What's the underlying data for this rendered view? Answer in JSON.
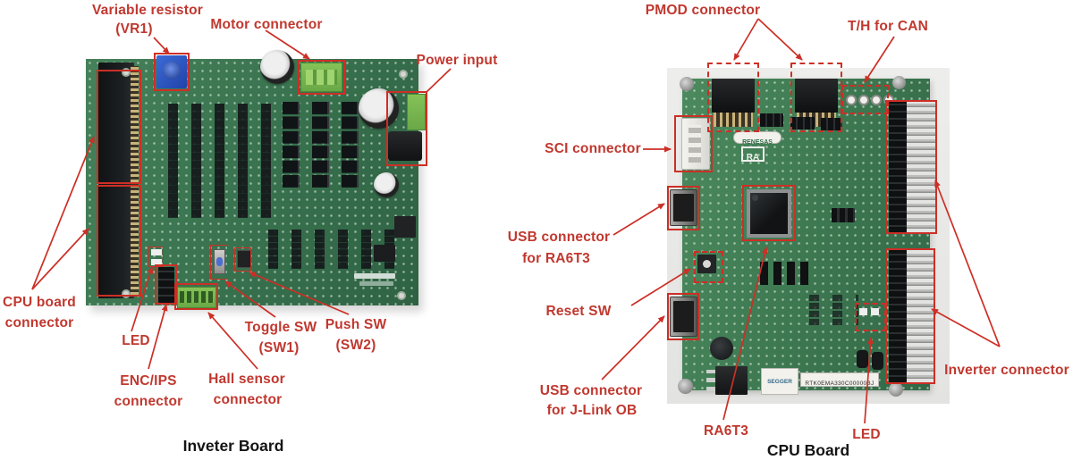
{
  "colors": {
    "annotation": "#c0382f",
    "box": "#cc2f26",
    "pcb_green": "#3a7450",
    "bright_connector_green": "#74b24c",
    "backdrop_gray": "#eaeae8"
  },
  "inverter": {
    "caption": "Inveter Board",
    "labels": {
      "vr1": "Variable resistor",
      "vr2": "(VR1)",
      "motor": "Motor connector",
      "power": "Power input",
      "cpu1": "CPU board",
      "cpu2": "connector",
      "led": "LED",
      "enc1": "ENC/IPS",
      "enc2": "connector",
      "hall1": "Hall sensor",
      "hall2": "connector",
      "toggle1": "Toggle SW",
      "toggle2": "(SW1)",
      "push1": "Push SW",
      "push2": "(SW2)"
    }
  },
  "cpu": {
    "caption": "CPU Board",
    "labels": {
      "pmod": "PMOD connector",
      "th": "T/H for CAN",
      "sci": "SCI connector",
      "usb1a": "USB connector",
      "usb1b": "for RA6T3",
      "reset": "Reset SW",
      "usb2a": "USB connector",
      "usb2b": "for J-Link OB",
      "ra6t3": "RA6T3",
      "led": "LED",
      "inv": "Inverter connector"
    },
    "board_text": {
      "renesas": "RENESAS",
      "ra": "RA",
      "segger": "SEGGER",
      "sticker": "RTK0EMA330C00000BJ"
    }
  }
}
